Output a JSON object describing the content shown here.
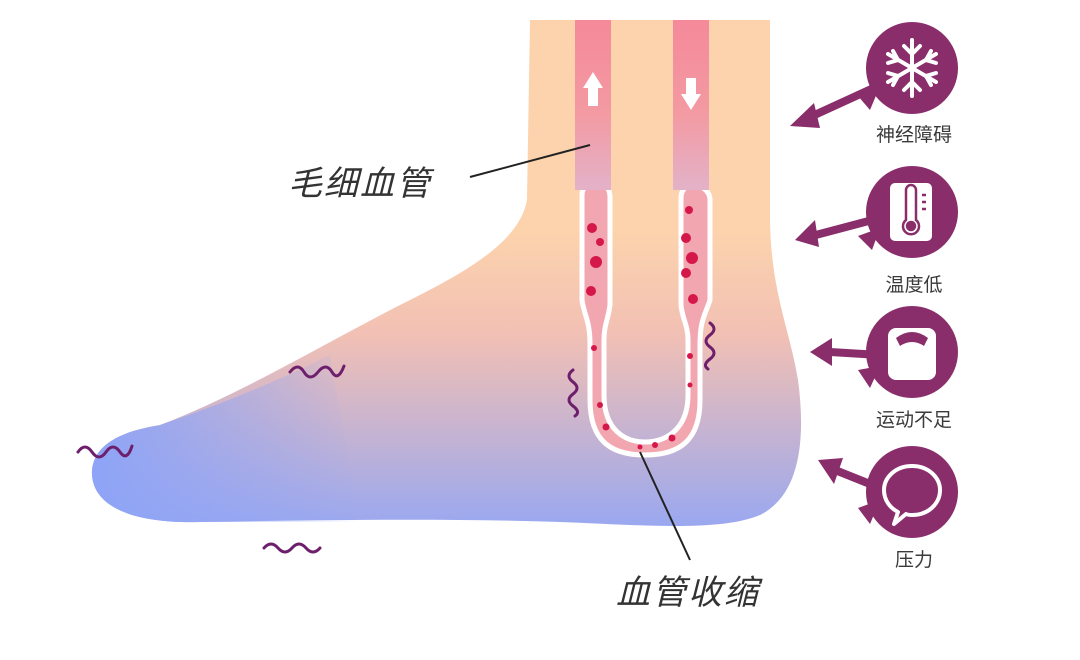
{
  "labels": {
    "capillary": "毛细血管",
    "vasoconstriction": "血管收缩"
  },
  "factors": [
    {
      "icon": "snowflake-icon",
      "label": "神经障碍"
    },
    {
      "icon": "thermometer-icon",
      "label": "温度低"
    },
    {
      "icon": "scale-icon",
      "label": "运动不足"
    },
    {
      "icon": "speech-bubble-icon",
      "label": "压力"
    }
  ],
  "colors": {
    "skin_warm": "#fcd3ad",
    "skin_cold": "#8fa4f5",
    "vessel": "#f48c98",
    "blood_dot": "#d4184a",
    "accent": "#8a2d6b",
    "arrow_up": "#ffffff"
  }
}
